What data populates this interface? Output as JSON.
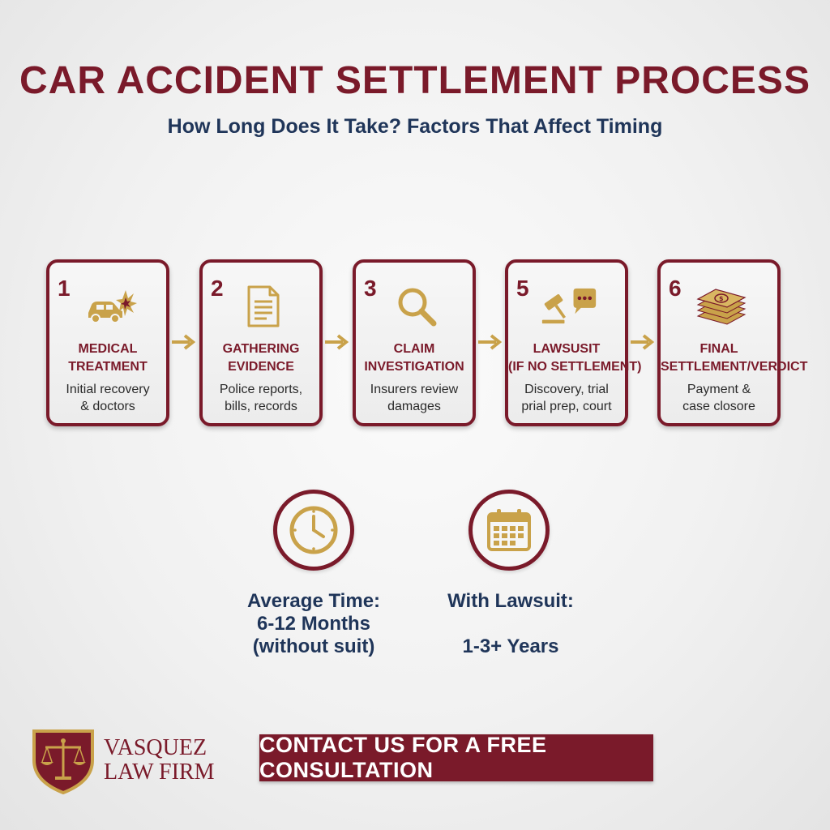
{
  "header": {
    "title": "CAR ACCIDENT SETTLEMENT PROCESS",
    "subtitle": "How Long Does It Take? Factors That Affect Timing"
  },
  "steps": [
    {
      "number": "1",
      "icon": "car-crash-icon",
      "title_lines": [
        "MEDICAL",
        "TREATMENT"
      ],
      "desc_lines": [
        "Initial recovery",
        "& doctors"
      ]
    },
    {
      "number": "2",
      "icon": "document-icon",
      "title_lines": [
        "GATHERING",
        "EVIDENCE"
      ],
      "desc_lines": [
        "Police reports,",
        "bills, records"
      ]
    },
    {
      "number": "3",
      "icon": "magnifier-icon",
      "title_lines": [
        "CLAIM",
        "INVESTIGATION"
      ],
      "desc_lines": [
        "Insurers review",
        "damages"
      ]
    },
    {
      "number": "5",
      "icon": "gavel-speech-icon",
      "title_lines": [
        "LAWSUSIT",
        "(IF NO SETTLEMENT)"
      ],
      "desc_lines": [
        "Discovery, trial",
        "prial prep, court"
      ]
    },
    {
      "number": "6",
      "icon": "money-stack-icon",
      "title_lines": [
        "FINAL",
        "SETTLEMENT/VERDICT"
      ],
      "desc_lines": [
        "Payment &",
        "case closore"
      ]
    }
  ],
  "stats": [
    {
      "icon": "clock-icon",
      "lines": [
        "Average Time:",
        "6-12 Months",
        "(without suit)"
      ]
    },
    {
      "icon": "calendar-icon",
      "lines": [
        "With Lawsuit:",
        "",
        "1-3+ Years"
      ]
    }
  ],
  "footer": {
    "logo_lines": [
      "VASQUEZ",
      "LAW FIRM"
    ],
    "cta_label": "CONTACT US FOR A FREE CONSULTATION"
  },
  "colors": {
    "primary": "#7a1a2a",
    "accent": "#c9a24a",
    "navy": "#1f3559"
  }
}
